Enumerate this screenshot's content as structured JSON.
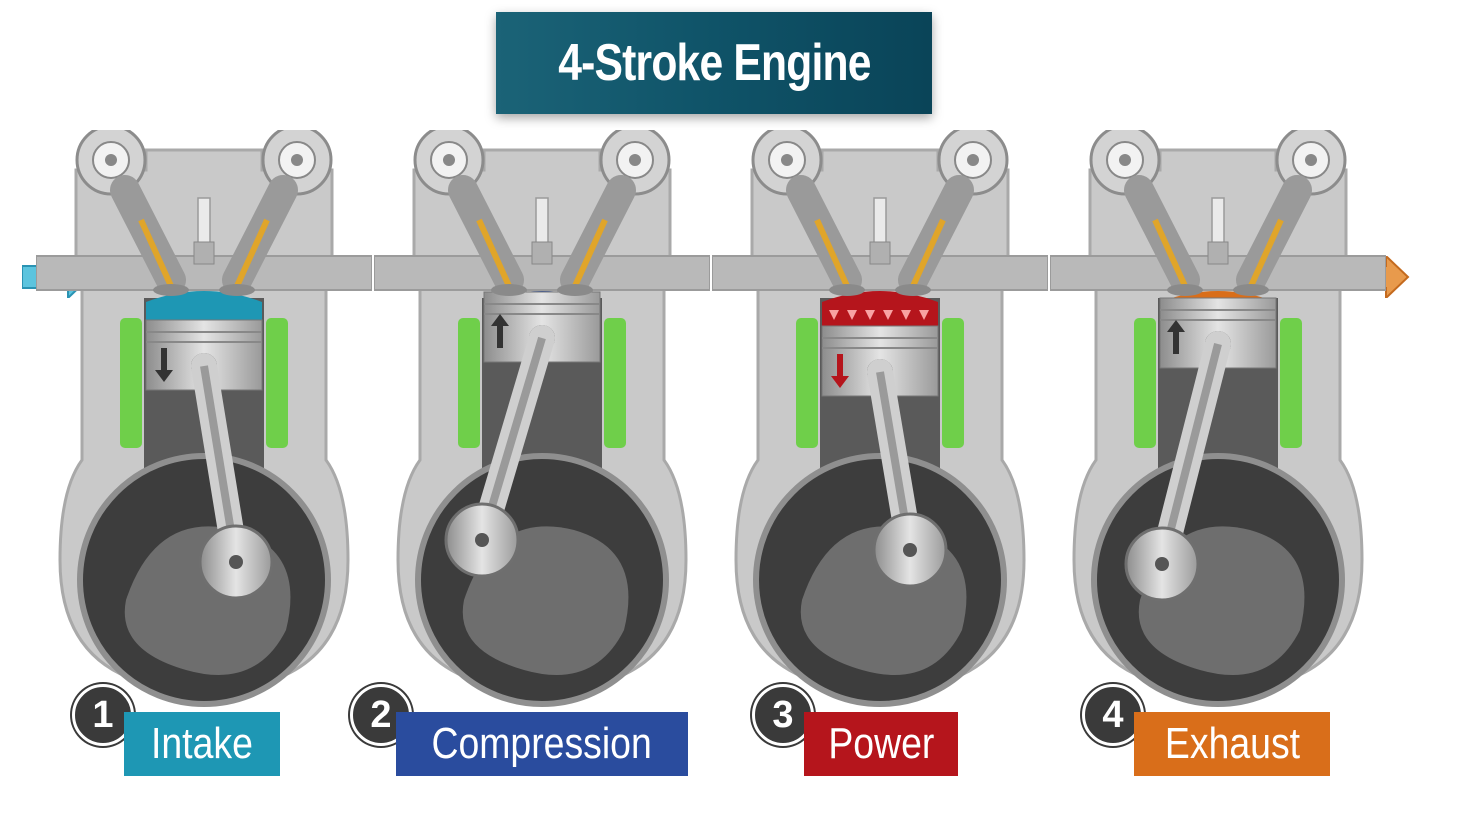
{
  "title": "4-Stroke Engine",
  "colors": {
    "intake": "#1e97b4",
    "compression": "#2a4c9e",
    "power": "#b5151c",
    "exhaust": "#d96e1a",
    "coolant": "#6fcf4a",
    "housing": "#bdbdbd"
  },
  "strokes": [
    {
      "number": "1",
      "label": "Intake"
    },
    {
      "number": "2",
      "label": "Compression"
    },
    {
      "number": "3",
      "label": "Power"
    },
    {
      "number": "4",
      "label": "Exhaust"
    }
  ]
}
